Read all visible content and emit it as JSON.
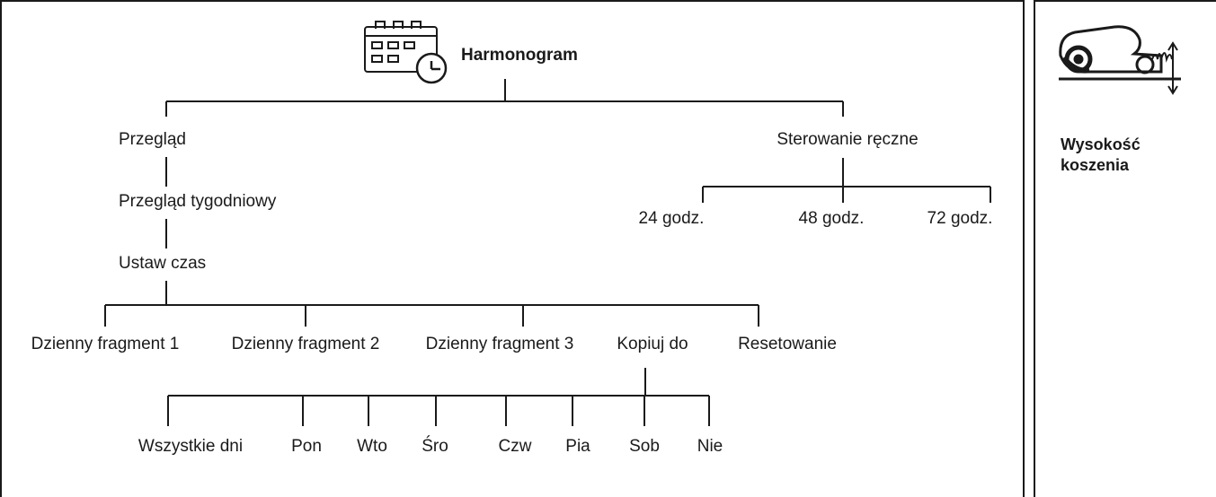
{
  "main": {
    "title": "Harmonogram",
    "title_icon": "calendar-clock-icon",
    "overview": "Przegląd",
    "weekly_overview": "Przegląd tygodniowy",
    "set_time": "Ustaw czas",
    "manual_control": "Sterowanie ręczne",
    "hours": [
      "24 godz.",
      "48 godz.",
      "72 godz."
    ],
    "actions": [
      "Dzienny fragment 1",
      "Dzienny fragment 2",
      "Dzienny fragment 3",
      "Kopiuj do",
      "Resetowanie"
    ],
    "days": [
      "Wszystkie dni",
      "Pon",
      "Wto",
      "Śro",
      "Czw",
      "Pia",
      "Sob",
      "Nie"
    ]
  },
  "side": {
    "icon": "mower-cutting-height-icon",
    "label_line1": "Wysokość",
    "label_line2": "koszenia"
  }
}
